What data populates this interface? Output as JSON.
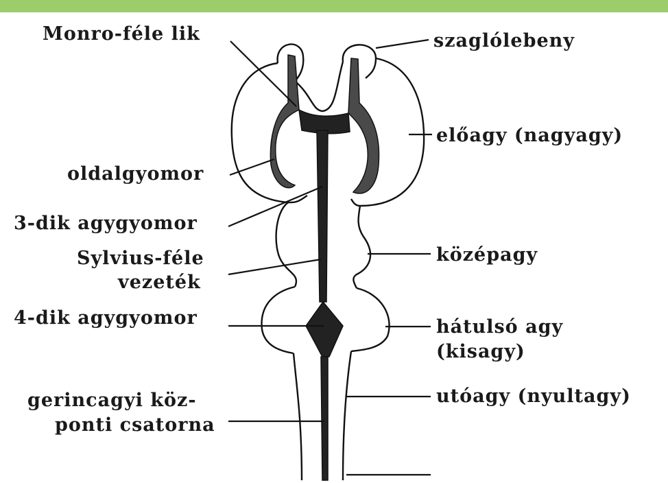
{
  "header": {
    "bar_color": "#9ccd6a"
  },
  "labels": {
    "monro": "Monro-féle lik",
    "szaglolebeny": "szaglólebeny",
    "eloagy": "előagy (nagyagy)",
    "oldalgyomor": "oldalgyomor",
    "harmadik": "3-dik agygyomor",
    "sylvius_1": "Sylvius-féle",
    "sylvius_2": "vezeték",
    "kozepagy": "középagy",
    "negyedik": "4-dik agygyomor",
    "hatulso_1": "hátulsó agy",
    "hatulso_2": "(kisagy)",
    "gerinc_1": "gerincagyi köz-",
    "gerinc_2": "ponti csatorna",
    "utoagy": "utóagy (nyultagy)"
  }
}
